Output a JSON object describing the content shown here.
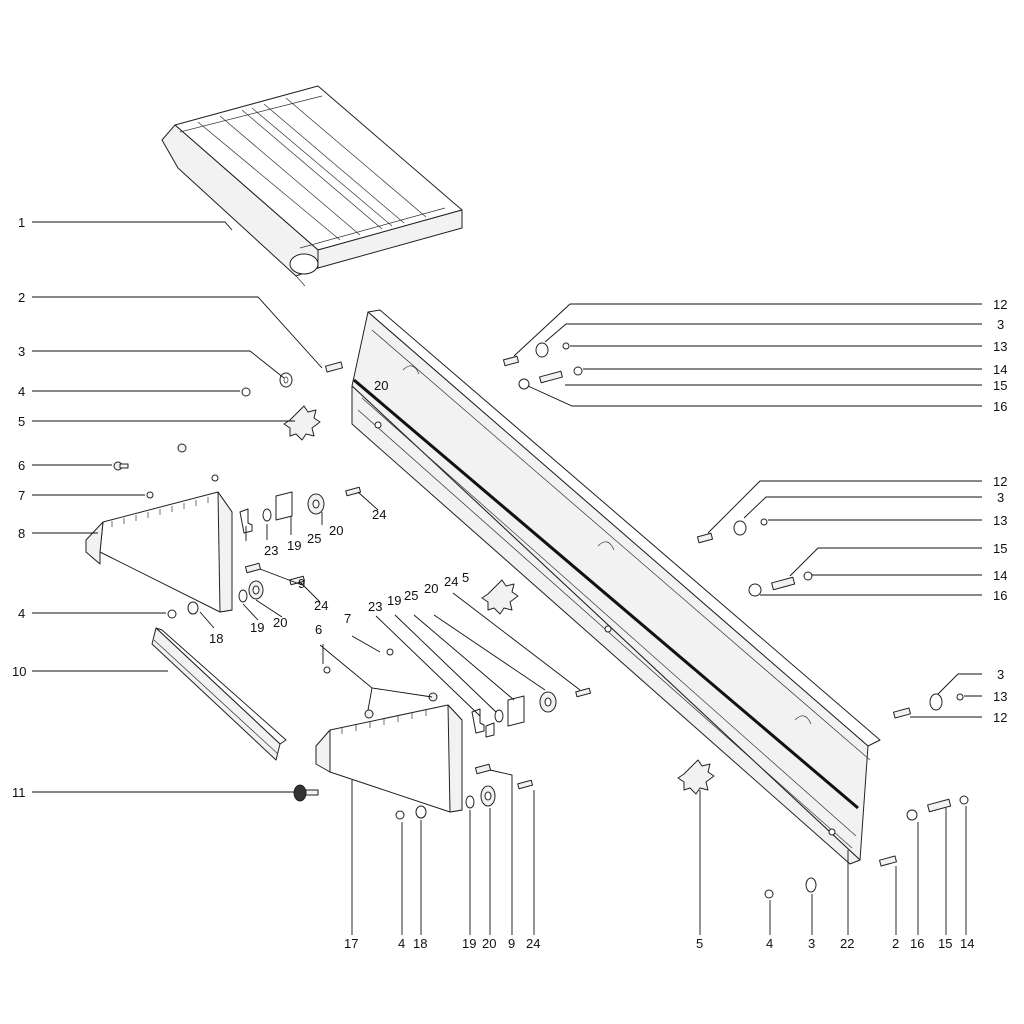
{
  "diagram": {
    "colors": {
      "ink": "#111111",
      "part_fill": "#f2f2f2",
      "background": "#ffffff"
    },
    "labels": [
      "1",
      "2",
      "3",
      "4",
      "5",
      "6",
      "7",
      "8",
      "4",
      "18",
      "10",
      "11",
      "17",
      "4",
      "18",
      "19",
      "20",
      "9",
      "24",
      "7",
      "6",
      "23",
      "19",
      "25",
      "20",
      "24",
      "5",
      "23",
      "19",
      "25",
      "20",
      "9",
      "24",
      "19",
      "20",
      "12",
      "3",
      "13",
      "14",
      "15",
      "16",
      "12",
      "3",
      "13",
      "15",
      "14",
      "16",
      "3",
      "13",
      "12",
      "5",
      "4",
      "3",
      "22",
      "2",
      "16",
      "15",
      "14",
      "20"
    ]
  }
}
